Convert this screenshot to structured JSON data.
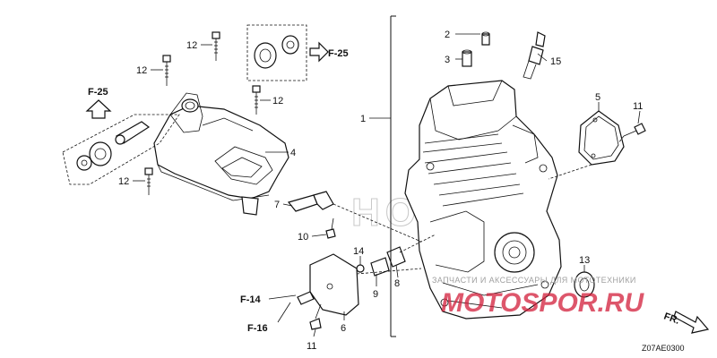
{
  "diagram": {
    "callouts": {
      "c1": "1",
      "c2": "2",
      "c3": "3",
      "c4": "4",
      "c5": "5",
      "c6": "6",
      "c7": "7",
      "c8": "8",
      "c9": "9",
      "c10": "10",
      "c11a": "11",
      "c11b": "11",
      "c12a": "12",
      "c12b": "12",
      "c12c": "12",
      "c12d": "12",
      "c13": "13",
      "c14": "14",
      "c15": "15"
    },
    "references": {
      "f25_top": "F-25",
      "f25_left": "F-25",
      "f14": "F-14",
      "f16": "F-16",
      "front": "FR."
    },
    "diagram_code": "Z07AE0300",
    "watermark_brand_outline": "HONDA"
  },
  "watermark": {
    "caption": "ЗАПЧАСТИ И АКСЕССУАРЫ ДЛЯ МОТОТЕХНИКИ",
    "brand": "MOTOSPOR.RU",
    "color": "#d21e3a"
  }
}
